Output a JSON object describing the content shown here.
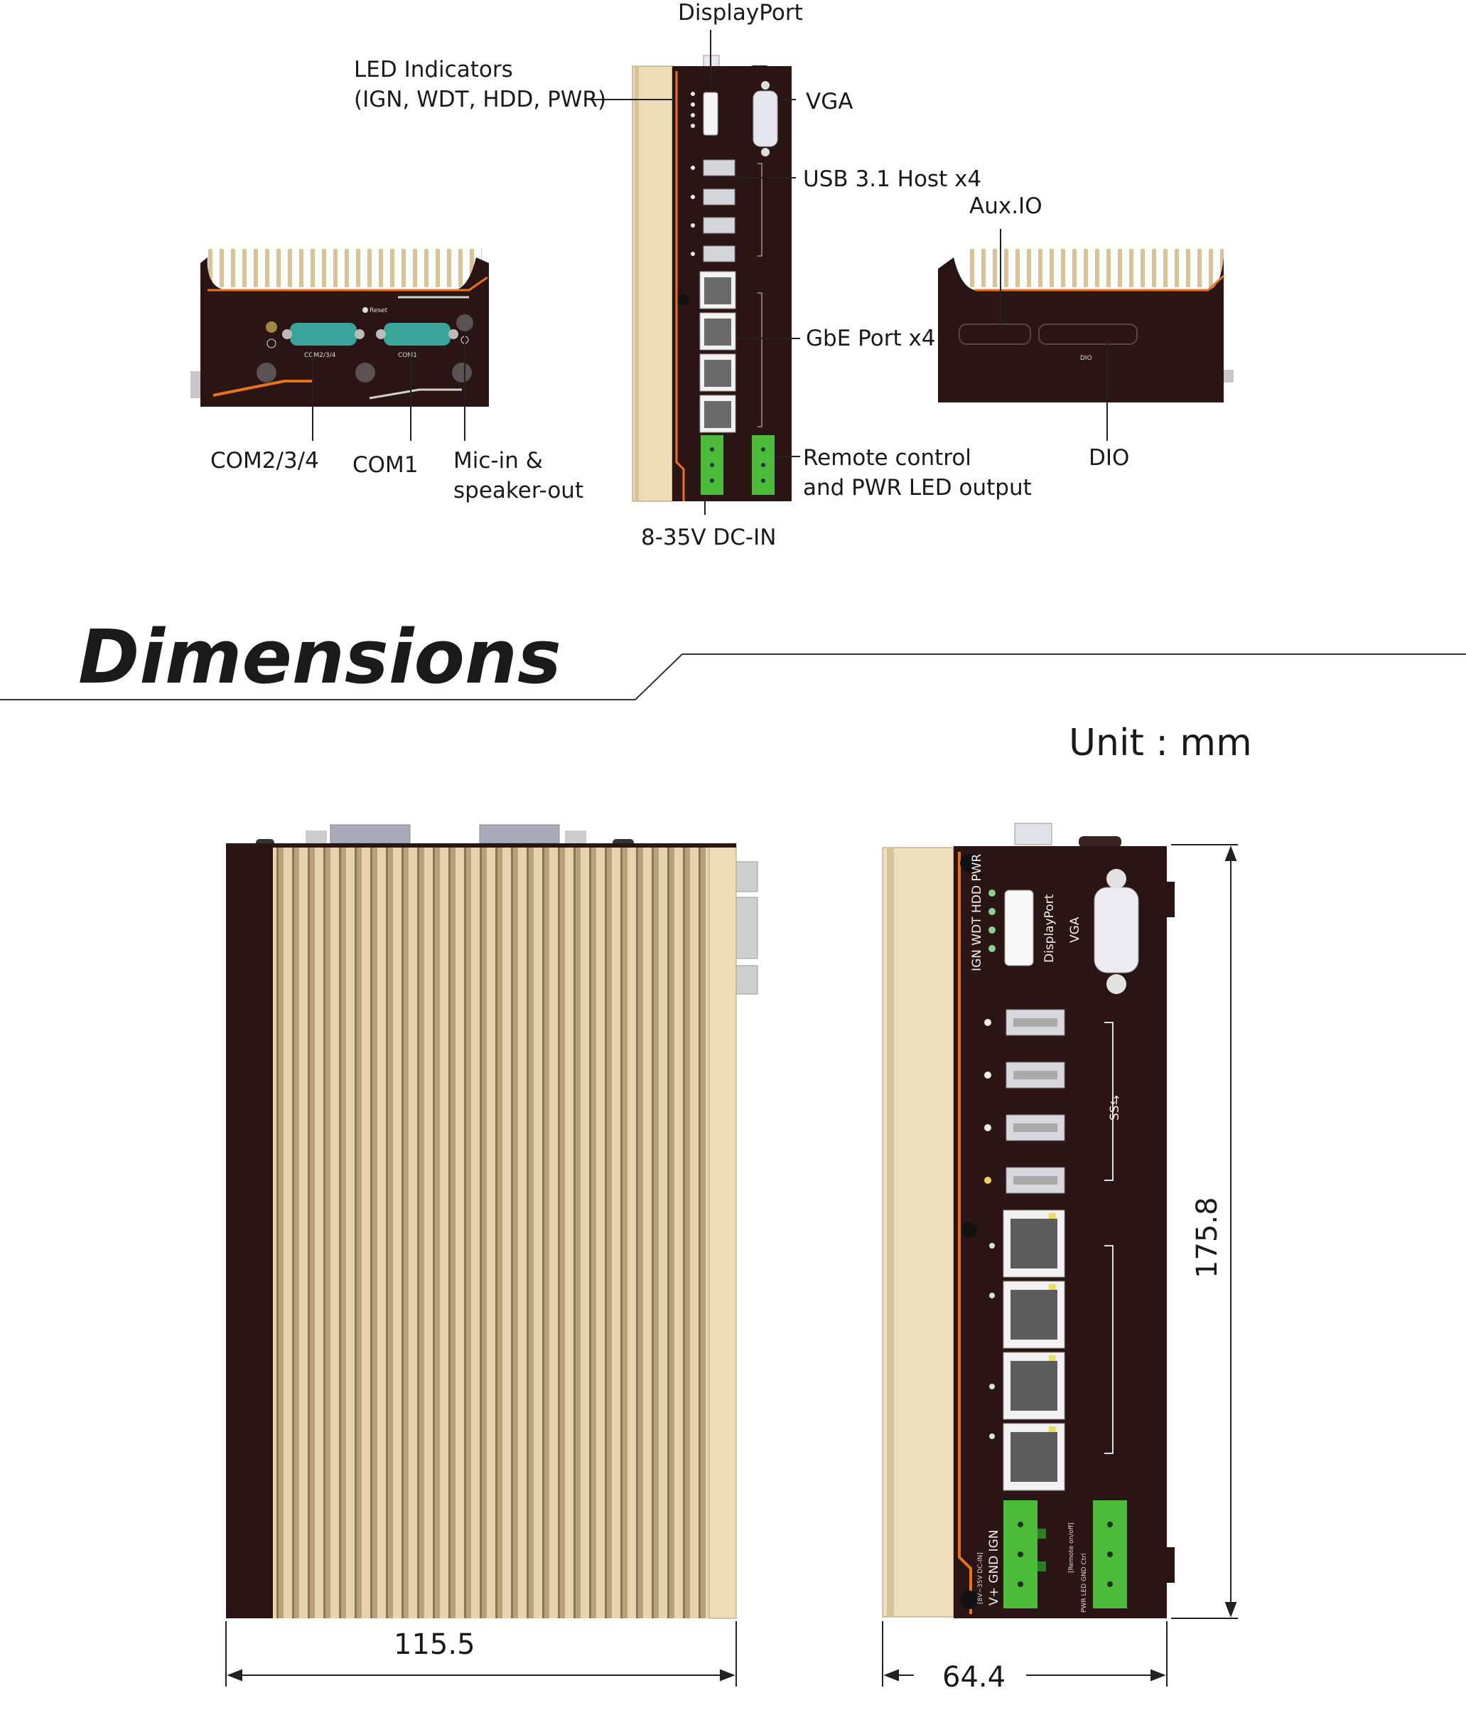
{
  "labels": {
    "displayport": "DisplayPort",
    "vga": "VGA",
    "led_indicators_1": "LED Indicators",
    "led_indicators_2": "(IGN, WDT, HDD, PWR)",
    "usb": "USB 3.1 Host x4",
    "aux_io": "Aux.IO",
    "gbe": "GbE Port x4",
    "com234": "COM2/3/4",
    "com1": "COM1",
    "mic_1": "Mic-in &",
    "mic_2": "speaker-out",
    "remote_1": "Remote control",
    "remote_2": "and PWR LED output",
    "dio": "DIO",
    "dc_in": "8-35V DC-IN"
  },
  "section_title": "Dimensions",
  "unit": "Unit : mm",
  "dimensions": {
    "width": "115.5",
    "depth": "64.4",
    "height": "175.8"
  },
  "device_text": {
    "com234": "COM2/3/4",
    "com1": "COM1",
    "reset": "Reset",
    "dio": "DIO",
    "led_names": "IGN WDT HDD PWR",
    "displayport": "DisplayPort",
    "vga": "VGA",
    "dc_in_pins": "V+ GND IGN",
    "dc_in_caption": "[8V~35V DC-IN]",
    "remote_pins": "PWR LED GND Ctrl",
    "remote_caption": "[Remote on/off]"
  },
  "colors": {
    "chassis": "#2b1414",
    "fins": "#c9b48c",
    "accent": "#e8731e",
    "terminal": "#4cbb3a",
    "com_port": "#3aa39a"
  }
}
